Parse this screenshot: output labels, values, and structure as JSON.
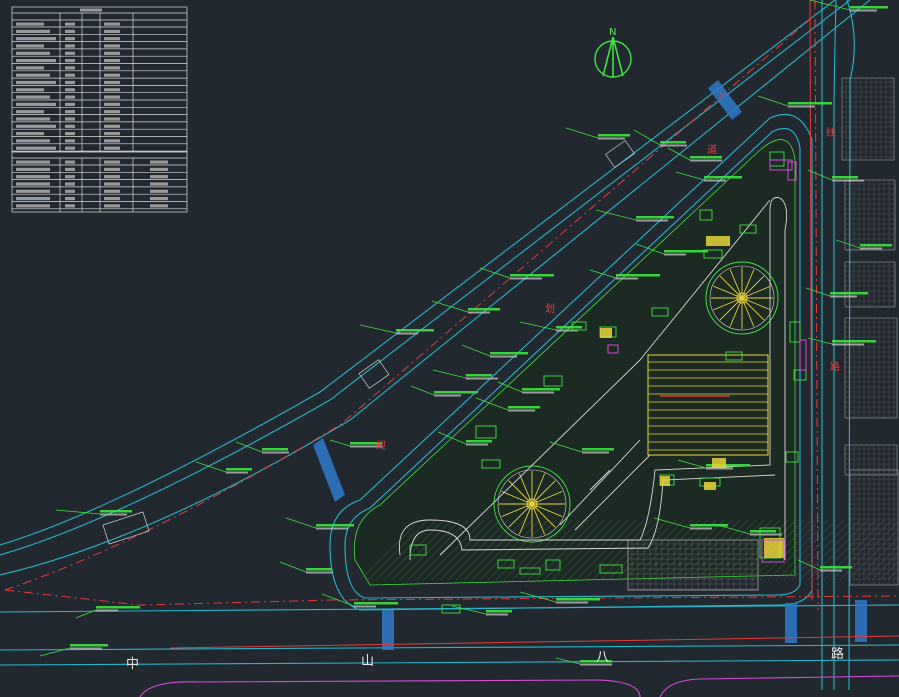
{
  "north_label": "N",
  "road_labels": {
    "zhong": "中",
    "shan": "山",
    "ba": "八",
    "lu": "路",
    "xian": "线",
    "gui": "规",
    "hua": "划",
    "dao": "道",
    "lu2": "路"
  },
  "colors": {
    "background": "#212830",
    "road_cyan": "#27b5c9",
    "redline": "#e23b3b",
    "green": "#3ee23e",
    "yellow": "#e8d43a",
    "magenta": "#d64ad6",
    "white": "#d8d8d8"
  }
}
